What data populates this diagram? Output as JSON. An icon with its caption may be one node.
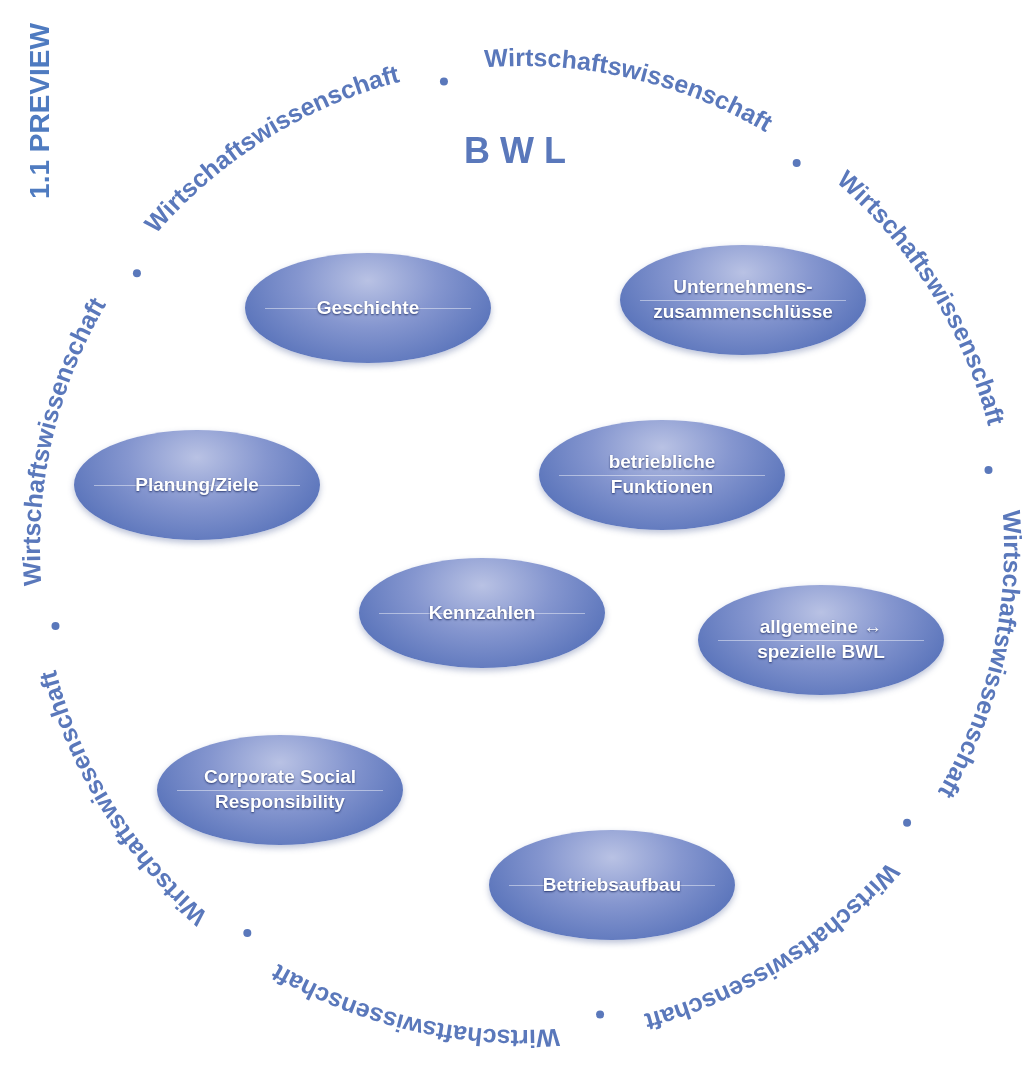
{
  "diagram": {
    "title": "BWL",
    "nodes": [
      {
        "text": [
          "Geschichte"
        ]
      },
      {
        "text": [
          "Unternehmens- zusammenschlüsse"
        ]
      },
      {
        "text": [
          "Planung/Ziele"
        ]
      },
      {
        "text": [
          "betriebliche Funktionen"
        ]
      },
      {
        "text": [
          "Kennzahlen"
        ]
      },
      {
        "text": [
          "allgemeine ↔ spezielle BWL"
        ]
      },
      {
        "text": [
          "Corporate Social Responsibility"
        ]
      },
      {
        "text": [
          "Betriebsaufbau"
        ]
      }
    ],
    "labels": [
      "1.1 PREVIEW",
      "Wirtschaftswissenschaft",
      "Wirtschaftswissenschaft",
      "Wirtschaftswissenschaft",
      "Wirtschaftswissenschaft",
      "Wirtschaftswissenschaft",
      "Wirtschaftswissenschaft",
      "Wirtschaftswissenschaft",
      "Wirtschaftswissenschaft"
    ]
  }
}
